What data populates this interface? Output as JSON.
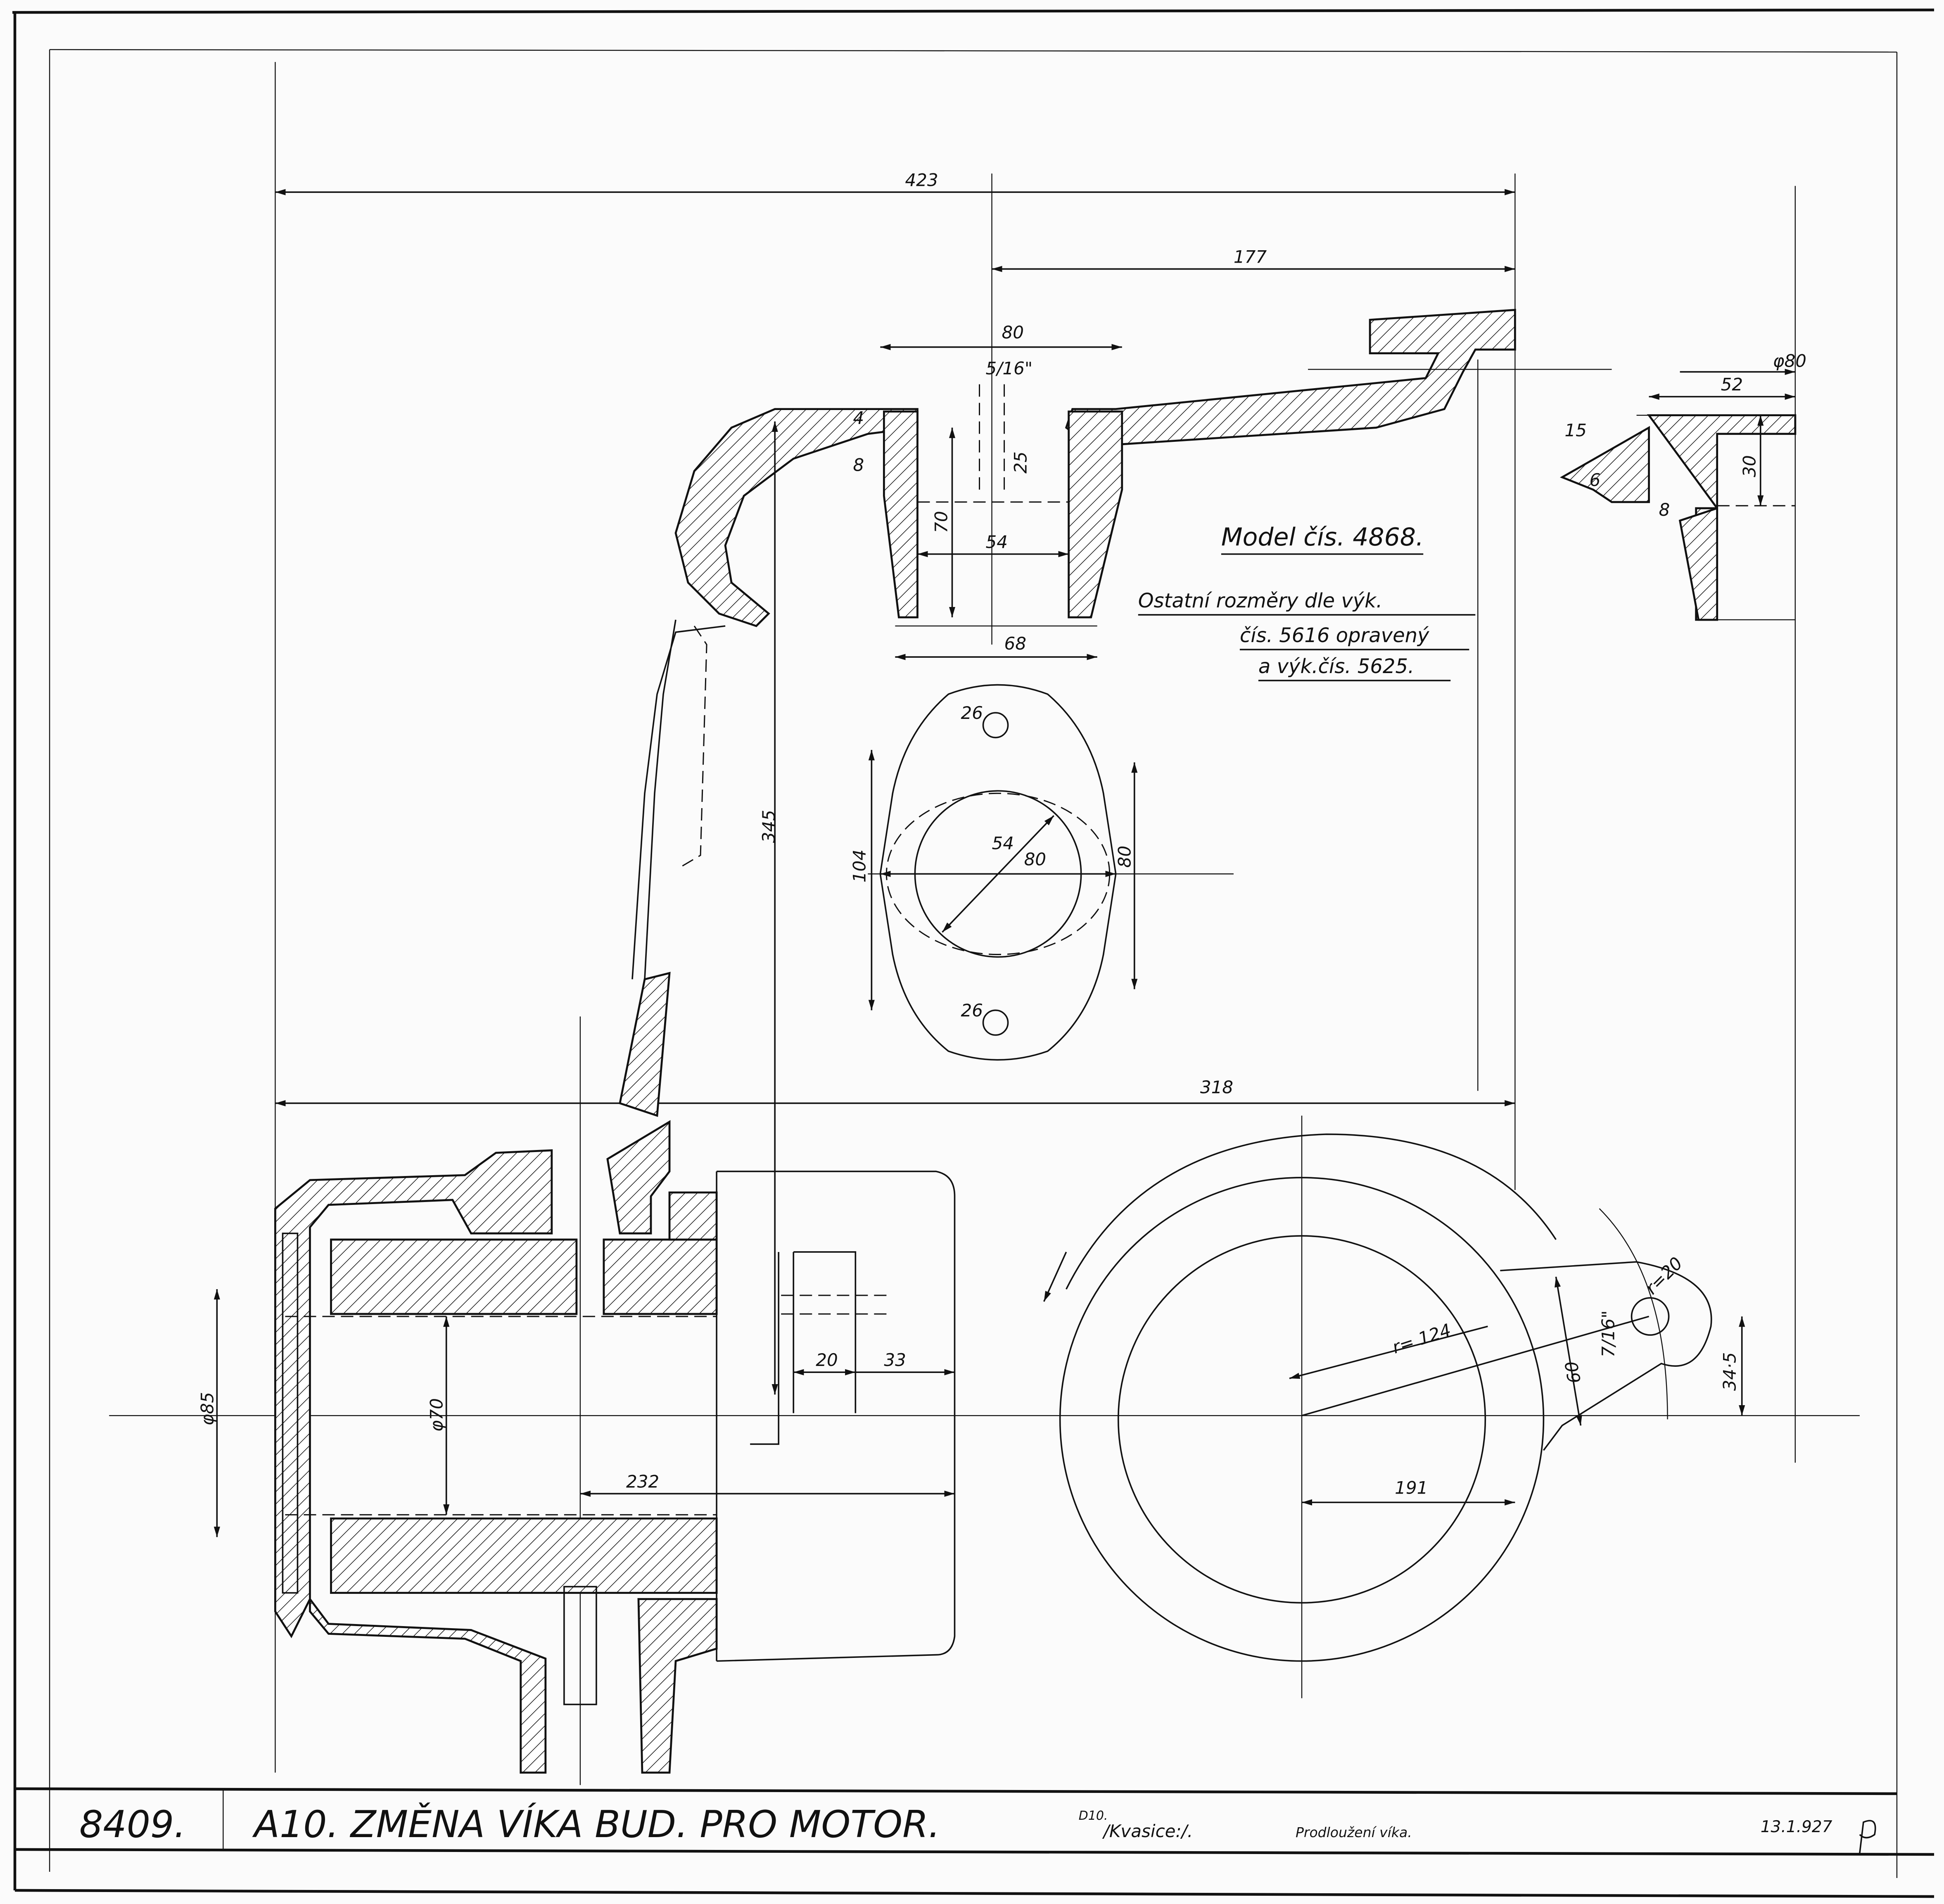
{
  "title_block": {
    "drawing_number": "8409.",
    "title": "A10. ZMĚNA VÍKA BUD. PRO  MOTOR.",
    "variant": "D10.",
    "location": "/Kvasice:/.",
    "description": "Prodloužení víka.",
    "date": "13.1.927"
  },
  "notes": {
    "model": "Model čís. 4868.",
    "line1": "Ostatní rozměry dle výk.",
    "line2": "čís. 5616 opravený",
    "line3": "a výk.čís. 5625."
  },
  "dimensions": {
    "d423": "423",
    "d177": "177",
    "d80_top": "80",
    "d5_16": "5/16\"",
    "d25": "25",
    "d70_top": "70",
    "d54_top": "54",
    "d68": "68",
    "d4": "4",
    "d8_left": "8",
    "d345": "345",
    "d104": "104",
    "d80_flange": "80",
    "d54_flange": "54",
    "d80_dia": "80",
    "d26_top": "26",
    "d26_bottom": "26",
    "d318": "318",
    "d85": "φ85",
    "d70_bore": "φ70",
    "d232": "232",
    "d20": "20",
    "d33": "33",
    "d191": "191",
    "r124": "r= 124",
    "r20": "r=20",
    "d7_16": "7/16\"",
    "d60": "60",
    "d34_5": "34·5",
    "d80_detail": "φ80",
    "d52": "52",
    "d30": "30",
    "d15": "15",
    "d6": "6",
    "d8_detail": "8"
  }
}
